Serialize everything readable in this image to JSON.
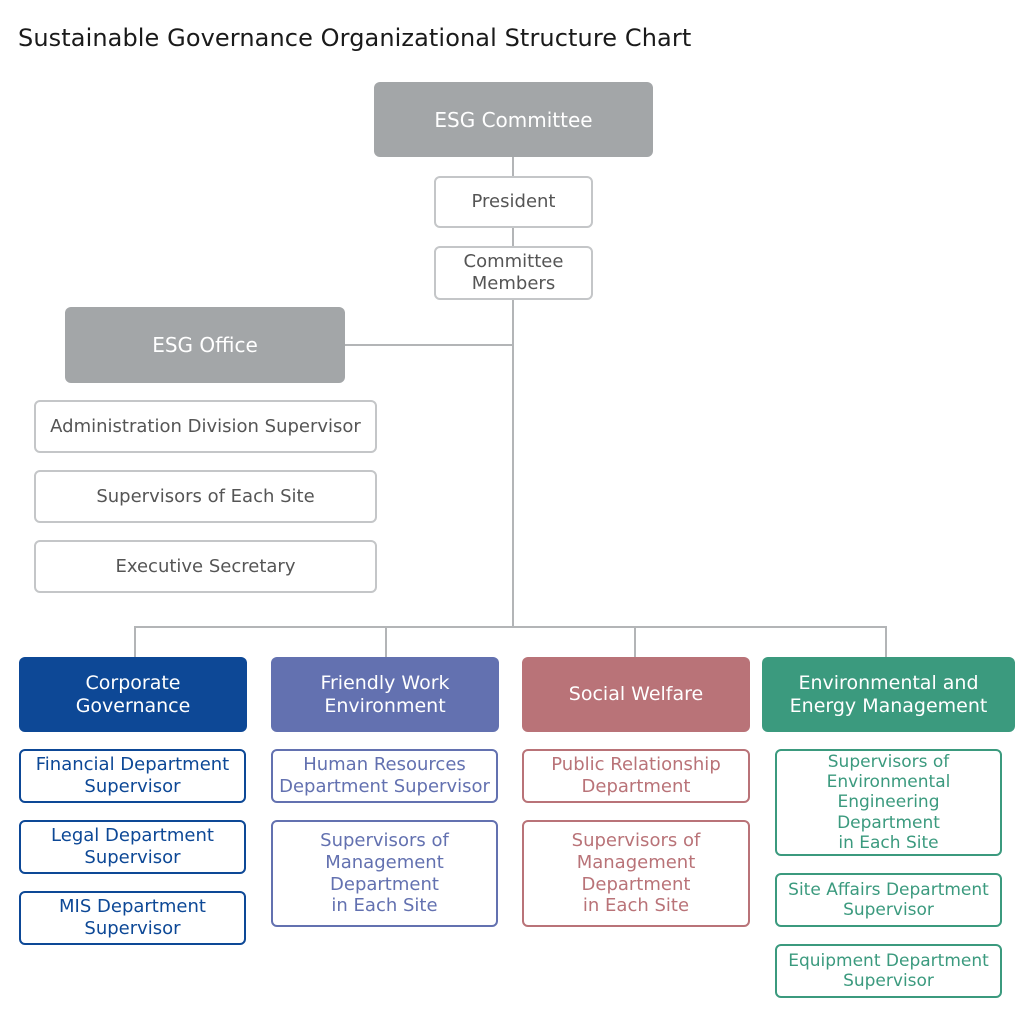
{
  "title": "Sustainable Governance Organizational Structure Chart",
  "top": {
    "committee": "ESG Committee",
    "president": "President",
    "members": "Committee\nMembers"
  },
  "office": {
    "label": "ESG Office",
    "items": [
      "Administration Division Supervisor",
      "Supervisors of Each Site",
      "Executive Secretary"
    ]
  },
  "colors": {
    "gray": "#a3a6a8",
    "corporate": "#0d4896",
    "friendly": "#6371b0",
    "social": "#b97378",
    "environmental": "#3b9a7e"
  },
  "columns": [
    {
      "label": "Corporate\nGovernance",
      "items": [
        "Financial Department\nSupervisor",
        "Legal Department\nSupervisor",
        "MIS Department\nSupervisor"
      ]
    },
    {
      "label": "Friendly Work\nEnvironment",
      "items": [
        "Human Resources\nDepartment Supervisor",
        "Supervisors of\nManagement\nDepartment\nin Each Site"
      ]
    },
    {
      "label": "Social Welfare",
      "items": [
        "Public Relationship\nDepartment",
        "Supervisors of\nManagement\nDepartment\nin Each Site"
      ]
    },
    {
      "label": "Environmental and\nEnergy Management",
      "items": [
        "Supervisors of\nEnvironmental Engineering\nDepartment\nin Each Site",
        "Site Affairs Department\nSupervisor",
        "Equipment Department\nSupervisor"
      ]
    }
  ]
}
